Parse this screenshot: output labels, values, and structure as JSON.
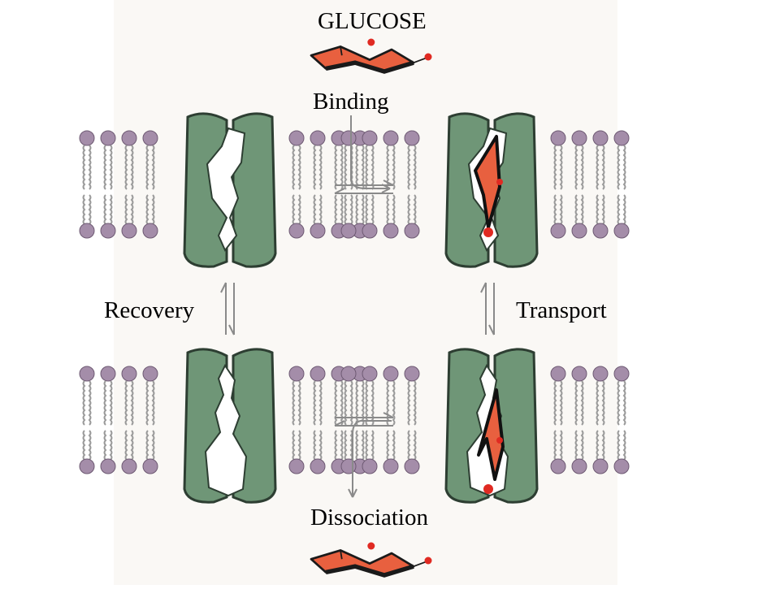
{
  "labels": {
    "glucose": "GLUCOSE",
    "binding": "Binding",
    "transport": "Transport",
    "recovery": "Recovery",
    "dissociation": "Dissociation"
  },
  "states": [
    {
      "id": "open-outside-empty",
      "glucose": false,
      "opening": "top"
    },
    {
      "id": "open-outside-bound",
      "glucose": true,
      "opening": "top"
    },
    {
      "id": "open-inside-empty",
      "glucose": false,
      "opening": "bottom"
    },
    {
      "id": "open-inside-bound",
      "glucose": true,
      "opening": "bottom"
    }
  ],
  "colors": {
    "protein": "#6f9677",
    "protein_dark": "#2d3e32",
    "lipid_head": "#a48da9",
    "lipid_tail": "#9a9a9a",
    "glucose": "#e8603f",
    "glucose_dot": "#e02a22",
    "arrow": "#8a8a8a",
    "background_page": "#f5f3ec"
  },
  "icons": [
    "glucose-molecule-icon",
    "transporter-protein-icon",
    "lipid-bilayer-icon",
    "equilibrium-arrow-icon"
  ]
}
